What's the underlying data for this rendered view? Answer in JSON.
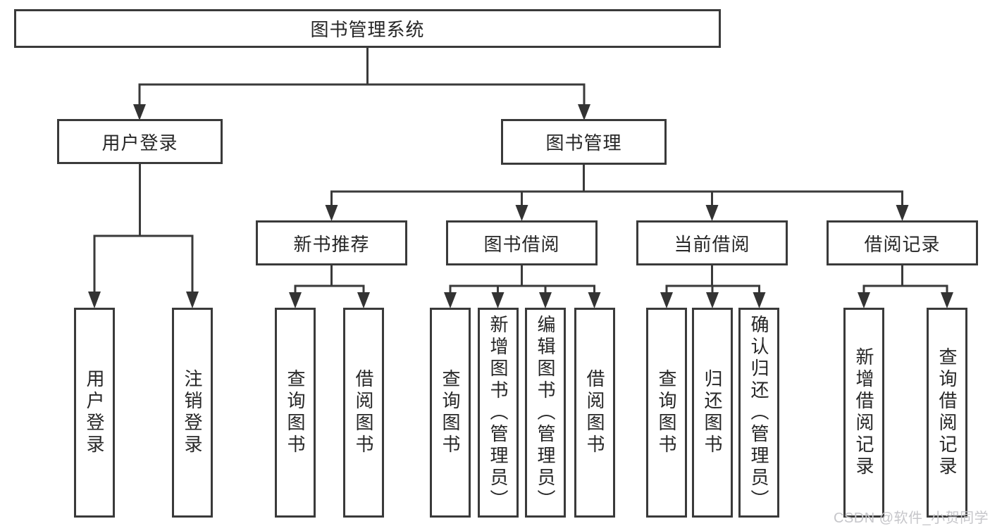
{
  "diagram": {
    "root": {
      "label": "图书管理系统"
    },
    "level2": {
      "user_login": {
        "label": "用户登录"
      },
      "book_mgmt": {
        "label": "图书管理"
      }
    },
    "level3": {
      "new_book": {
        "label": "新书推荐"
      },
      "book_borrow": {
        "label": "图书借阅"
      },
      "current_borrow": {
        "label": "当前借阅"
      },
      "borrow_record": {
        "label": "借阅记录"
      }
    },
    "leaves": {
      "user_login": [
        "用户登录",
        "注销登录"
      ],
      "new_book": [
        "查询图书",
        "借阅图书"
      ],
      "book_borrow": [
        "查询图书",
        "新增图书（管理员）",
        "编辑图书（管理员）",
        "借阅图书"
      ],
      "current_borrow": [
        "查询图书",
        "归还图书",
        "确认归还（管理员）"
      ],
      "borrow_record": [
        "新增借阅记录",
        "查询借阅记录"
      ]
    }
  },
  "watermark": "CSDN @软件_小贺同学",
  "colors": {
    "line": "#3a3a3a",
    "text": "#262626",
    "box_background": "#ffffff",
    "watermark": "#c6c6ca",
    "page_background": "#ffffff"
  }
}
